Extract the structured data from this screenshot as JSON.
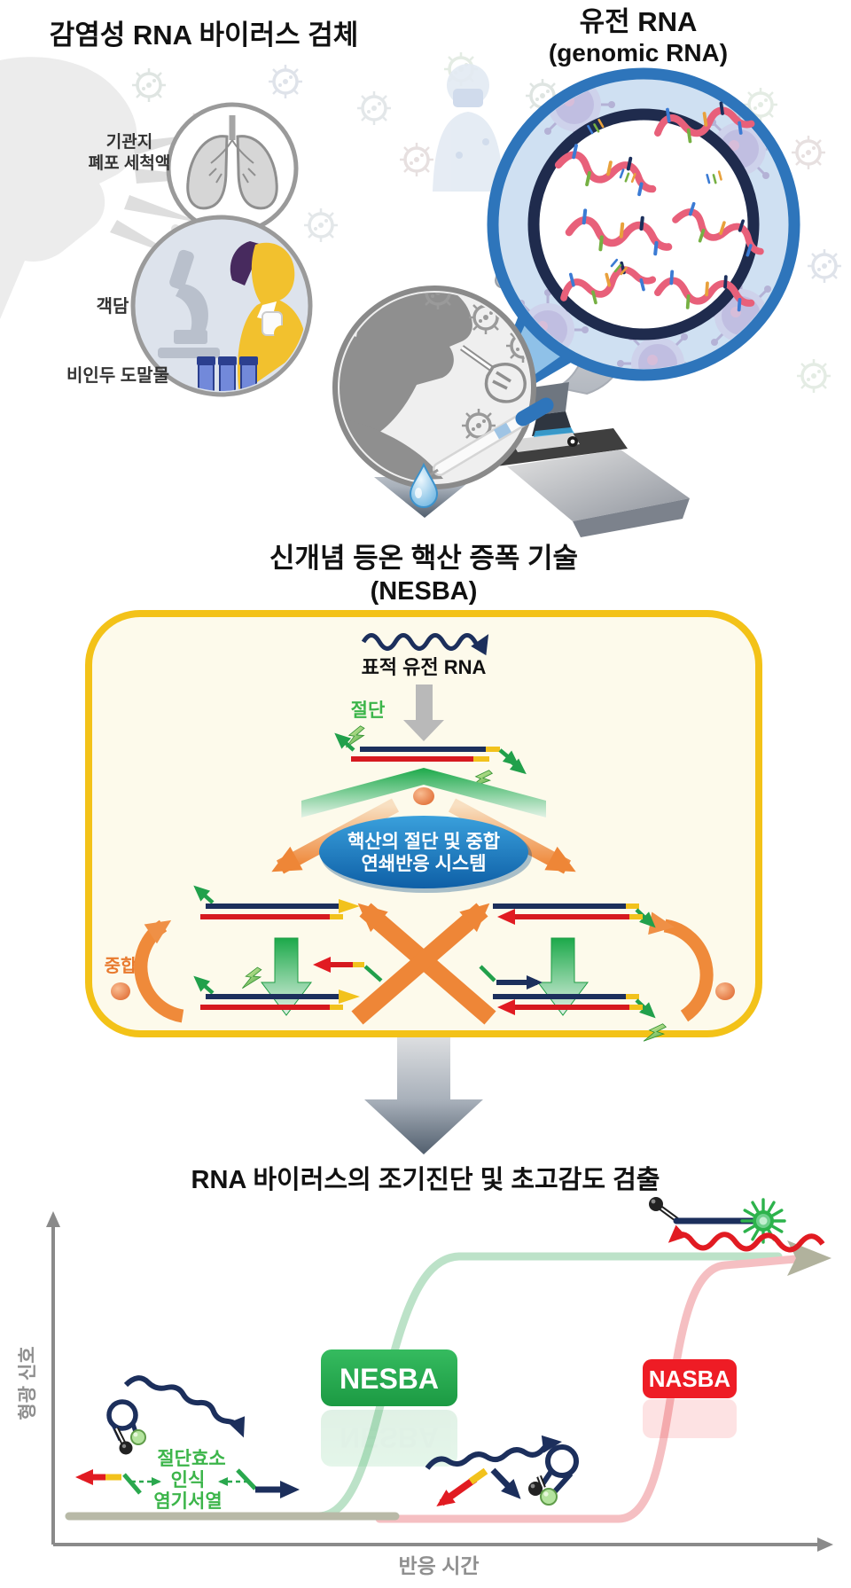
{
  "specimen": {
    "title": "감염성 RNA 바이러스 검체",
    "label_bronchial_1": "기관지",
    "label_bronchial_2": "폐포 세척액",
    "label_sputum": "객담",
    "label_swab": "비인두 도말물"
  },
  "genomic": {
    "title_1": "유전 RNA",
    "title_2": "(genomic RNA)"
  },
  "nesba_box": {
    "title_1": "신개념 등온 핵산 증폭 기술",
    "title_2": "(NESBA)",
    "target_rna": "표적 유전 RNA",
    "cleavage": "절단",
    "polymerization": "중합",
    "ellipse_1": "핵산의 절단 및 중합",
    "ellipse_2": "연쇄반응 시스템"
  },
  "graph": {
    "title": "RNA 바이러스의 조기진단 및 초고감도 검출",
    "y_label": "형광 신호",
    "x_label": "반응 시간",
    "nesba": "NESBA",
    "nasba": "NASBA",
    "enzyme_1": "절단효소",
    "enzyme_2": "인식",
    "enzyme_3": "염기서열"
  },
  "colors": {
    "blue_ring": "#2e75bb",
    "navy": "#1c2f5c",
    "gold_border": "#f3c218",
    "cream_fill": "#fdfaeb",
    "green": "#2aa84e",
    "orange": "#ef8a3a",
    "red": "#e11b22",
    "yellow_tip": "#f2c21c",
    "ellipse_blue": "#1a78c0",
    "nesba_green": "#27b14f",
    "nasba_red": "#ee1c25",
    "green_curve": "#bce2c8",
    "pink_curve": "#f5bfc2",
    "tan_line": "#b8b9a7",
    "axis_gray": "#8a8a8a",
    "rna_pink": "#e8607a"
  },
  "chart_data": {
    "type": "line",
    "title": "RNA 바이러스의 조기진단 및 초고감도 검출",
    "xlabel": "반응 시간",
    "ylabel": "형광 신호",
    "grid": false,
    "legend_position": "on-curve-labels",
    "series": [
      {
        "name": "NESBA",
        "color": "#27b14f",
        "shape": "sigmoid",
        "rise": "early",
        "x": [
          0.0,
          0.32,
          0.38,
          0.44,
          0.5,
          0.56,
          1.0
        ],
        "y": [
          0.02,
          0.02,
          0.15,
          0.55,
          0.9,
          1.0,
          1.0
        ]
      },
      {
        "name": "NASBA",
        "color": "#ee1c25",
        "shape": "sigmoid",
        "rise": "late",
        "x": [
          0.0,
          0.7,
          0.76,
          0.81,
          0.87,
          0.93,
          1.0
        ],
        "y": [
          0.0,
          0.0,
          0.12,
          0.5,
          0.88,
          0.98,
          1.0
        ]
      }
    ],
    "annotations": [
      "절단효소 인식 염기서열"
    ]
  }
}
